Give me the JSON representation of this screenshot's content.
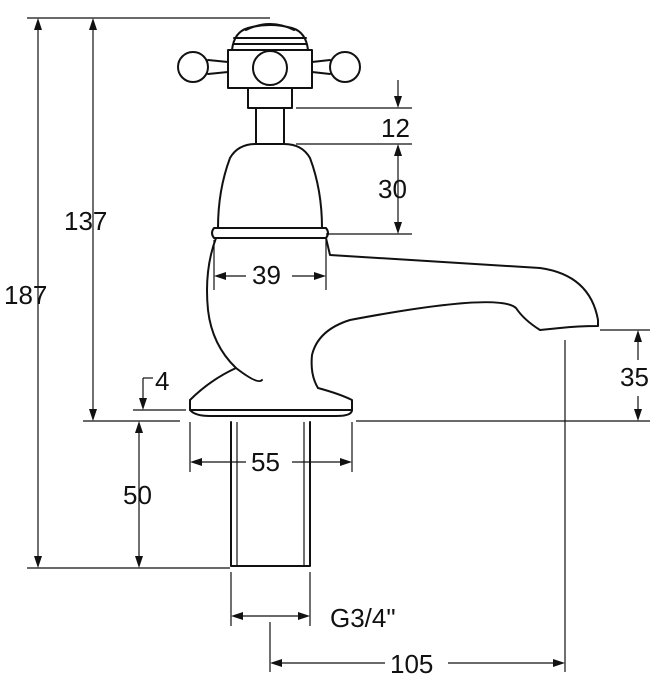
{
  "drawing": {
    "line_color": "#111111",
    "background": "#ffffff",
    "dimensions": {
      "total_height": "187",
      "height_to_deck": "137",
      "head_height": "12",
      "shroud_height": "30",
      "body_width": "39",
      "spout_clearance": "35",
      "flange_thickness": "4",
      "base_width": "55",
      "shank_length": "50",
      "thread": "G3/4\"",
      "spout_projection": "105"
    }
  }
}
